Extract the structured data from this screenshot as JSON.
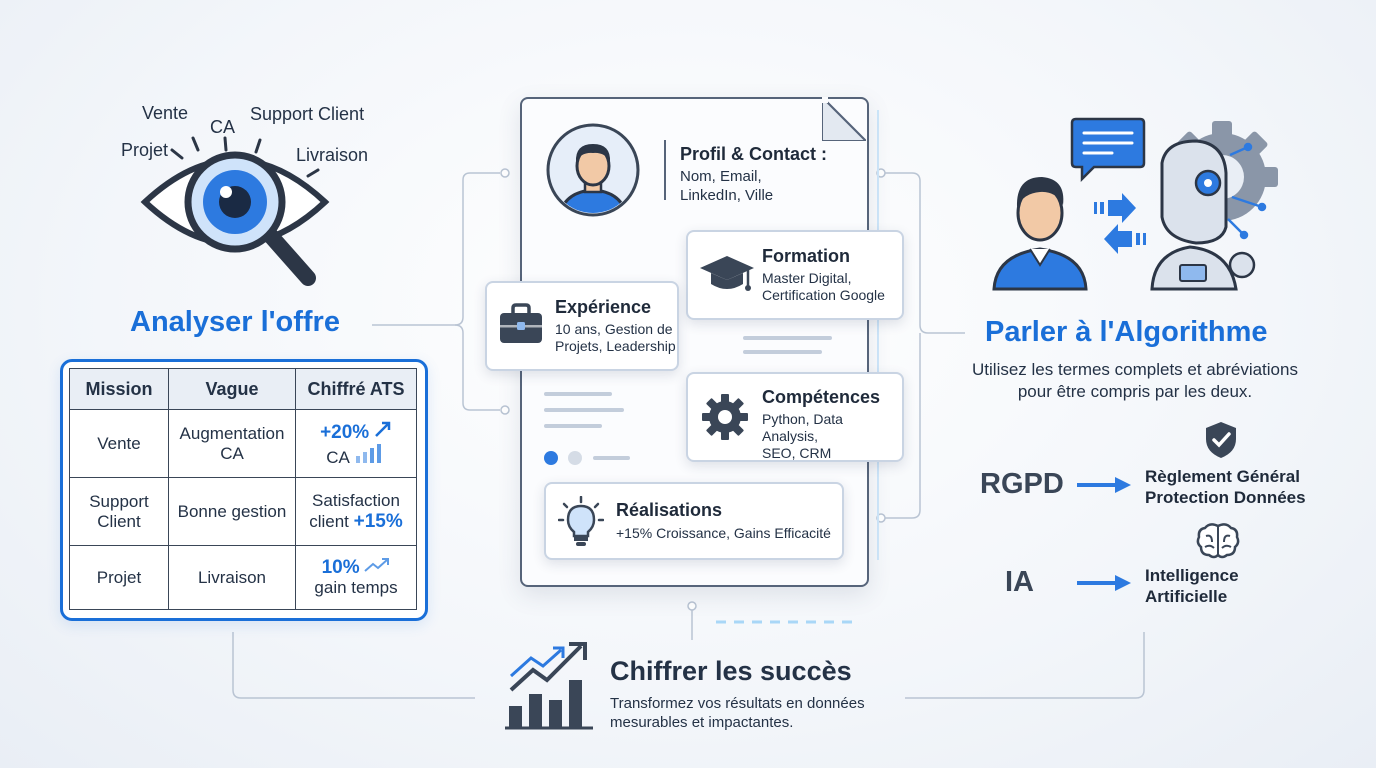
{
  "left": {
    "keywords": [
      "Vente",
      "CA",
      "Support Client",
      "Projet",
      "Livraison"
    ],
    "title": "Analyser l'offre",
    "table": {
      "headers": [
        "Mission",
        "Vague",
        "Chiffré ATS"
      ],
      "rows": [
        {
          "mission": "Vente",
          "vague": "Augmentation CA",
          "chiffre_value": "+20%",
          "chiffre_label": "CA"
        },
        {
          "mission": "Support Client",
          "vague": "Bonne gestion",
          "chiffre_label": "Satisfaction client",
          "chiffre_value": "+15%"
        },
        {
          "mission": "Projet",
          "vague": "Livraison",
          "chiffre_value": "10%",
          "chiffre_label": "gain temps"
        }
      ]
    }
  },
  "cv": {
    "profile": {
      "title": "Profil & Contact :",
      "line1": "Nom, Email,",
      "line2": "LinkedIn, Ville"
    },
    "formation": {
      "title": "Formation",
      "line1": "Master Digital,",
      "line2": "Certification Google"
    },
    "experience": {
      "title": "Expérience",
      "line1": "10 ans, Gestion de",
      "line2": "Projets, Leadership"
    },
    "competences": {
      "title": "Compétences",
      "line1": "Python, Data Analysis,",
      "line2": "SEO, CRM"
    },
    "realisations": {
      "title": "Réalisations",
      "line1": "+15% Croissance, Gains Efficacité"
    }
  },
  "right": {
    "title": "Parler à l'Algorithme",
    "subtitle_line1": "Utilisez les termes complets et abréviations",
    "subtitle_line2": "pour être compris par les deux.",
    "items": [
      {
        "abbr": "RGPD",
        "full_line1": "Règlement Général",
        "full_line2": "Protection Données",
        "icon": "shield-check-icon"
      },
      {
        "abbr": "IA",
        "full_line1": "Intelligence",
        "full_line2": "Artificielle",
        "icon": "brain-icon"
      }
    ]
  },
  "bottom": {
    "title": "Chiffrer les succès",
    "text_line1": "Transformez vos résultats en données",
    "text_line2": "mesurables et impactantes."
  },
  "colors": {
    "accent": "#1a6fd8",
    "dark": "#3a4657",
    "line": "#b9c4d3"
  }
}
